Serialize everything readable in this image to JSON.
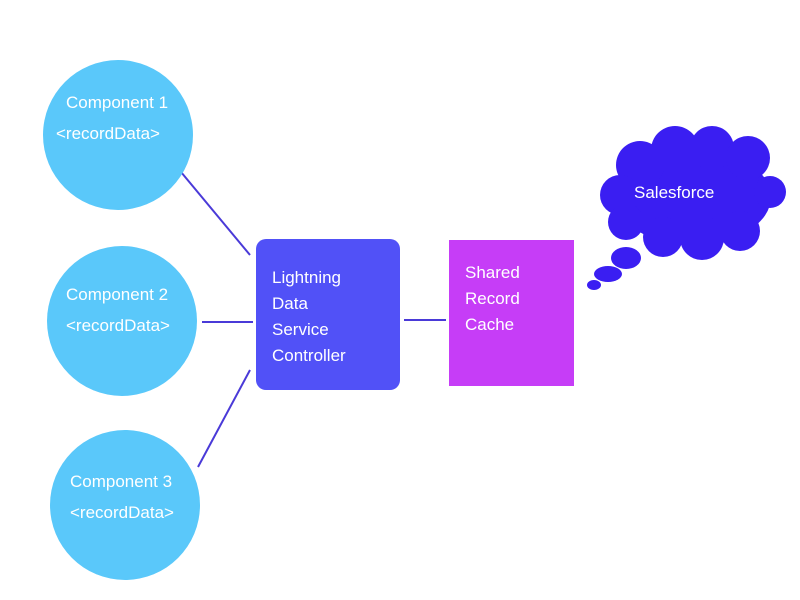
{
  "components": [
    {
      "name": "Component 1",
      "tag": "<recordData>"
    },
    {
      "name": "Component 2",
      "tag": "<recordData>"
    },
    {
      "name": "Component 3",
      "tag": "<recordData>"
    }
  ],
  "controller": {
    "lines": [
      "Lightning",
      "Data",
      "Service",
      "Controller"
    ]
  },
  "cache": {
    "lines": [
      "Shared",
      "Record",
      "Cache"
    ]
  },
  "cloud": {
    "label": "Salesforce"
  },
  "colors": {
    "component": "#5ac8fa",
    "controller": "#5151f7",
    "cache": "#c63df7",
    "cloud": "#3a1ef2",
    "connector": "#4a3ad8"
  }
}
